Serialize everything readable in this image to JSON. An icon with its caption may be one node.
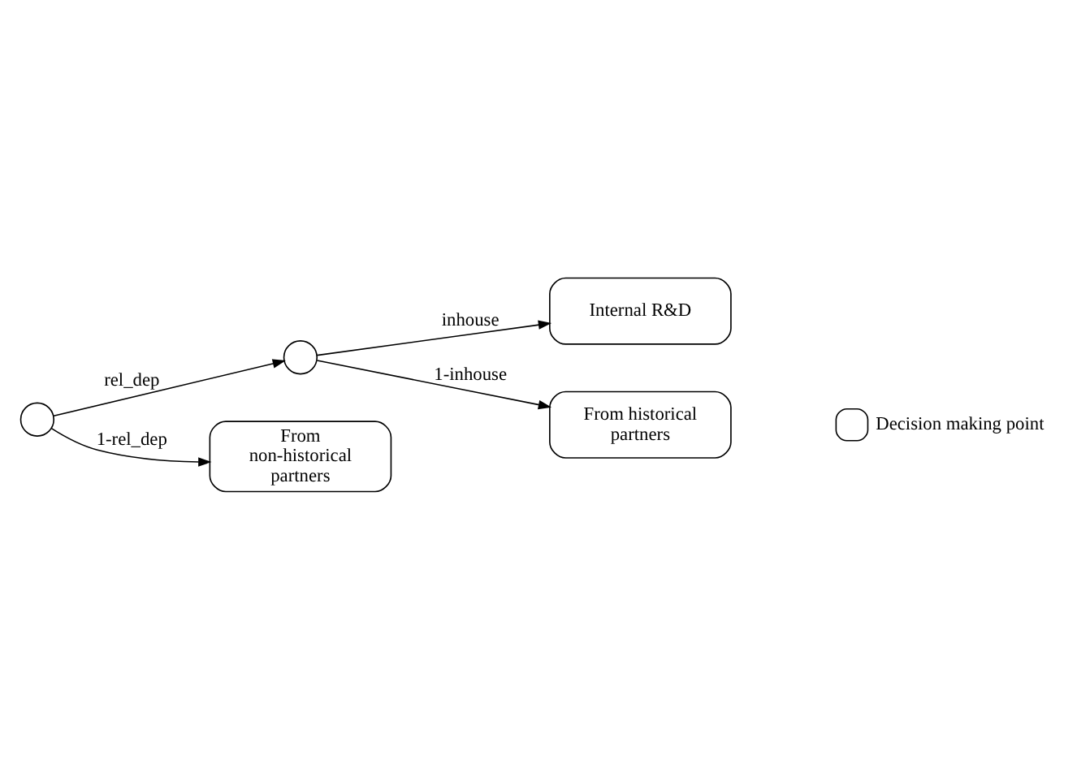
{
  "diagram": {
    "nodes": [
      {
        "text": [],
        "shape": "circle"
      },
      {
        "text": [],
        "shape": "circle"
      },
      {
        "text": [
          "Internal R&D"
        ]
      },
      {
        "text": [
          "From historical partners"
        ]
      },
      {
        "text": [
          "From non-historical partners"
        ]
      }
    ],
    "edges": [
      {
        "from": 0,
        "to": 1,
        "arrow": "to",
        "label": "rel_dep"
      },
      {
        "from": 1,
        "to": 2,
        "arrow": "to",
        "label": "inhouse"
      },
      {
        "from": 1,
        "to": 3,
        "arrow": "to",
        "label": "1-inhouse"
      },
      {
        "from": 0,
        "to": 4,
        "arrow": "to",
        "label": "1-rel_dep"
      }
    ],
    "legend": [
      {
        "text": "Decision making point"
      }
    ]
  }
}
